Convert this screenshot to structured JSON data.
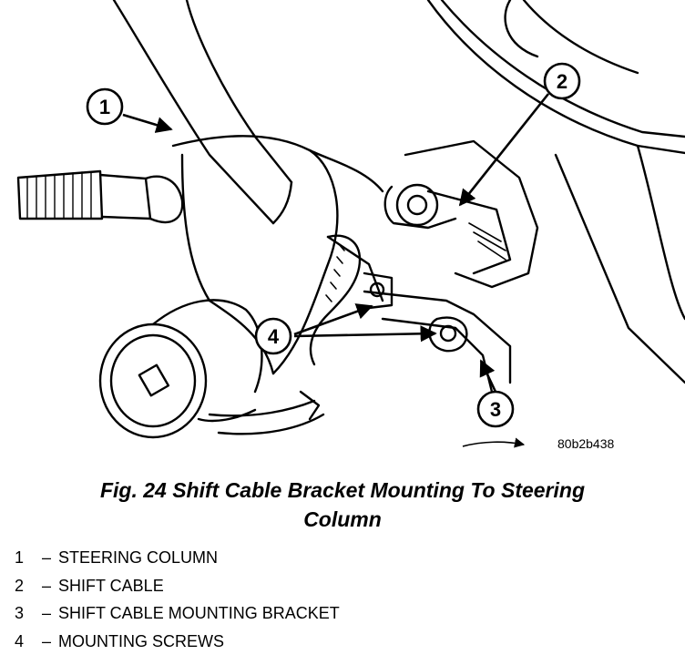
{
  "figure": {
    "caption_line1": "Fig. 24 Shift Cable Bracket Mounting To Steering",
    "caption_line2": "Column",
    "image_code": "80b2b438"
  },
  "callouts": [
    {
      "number": "1",
      "label": "STEERING COLUMN"
    },
    {
      "number": "2",
      "label": "SHIFT CABLE"
    },
    {
      "number": "3",
      "label": "SHIFT CABLE MOUNTING BRACKET"
    },
    {
      "number": "4",
      "label": "MOUNTING SCREWS"
    }
  ],
  "legend_separator": "–"
}
